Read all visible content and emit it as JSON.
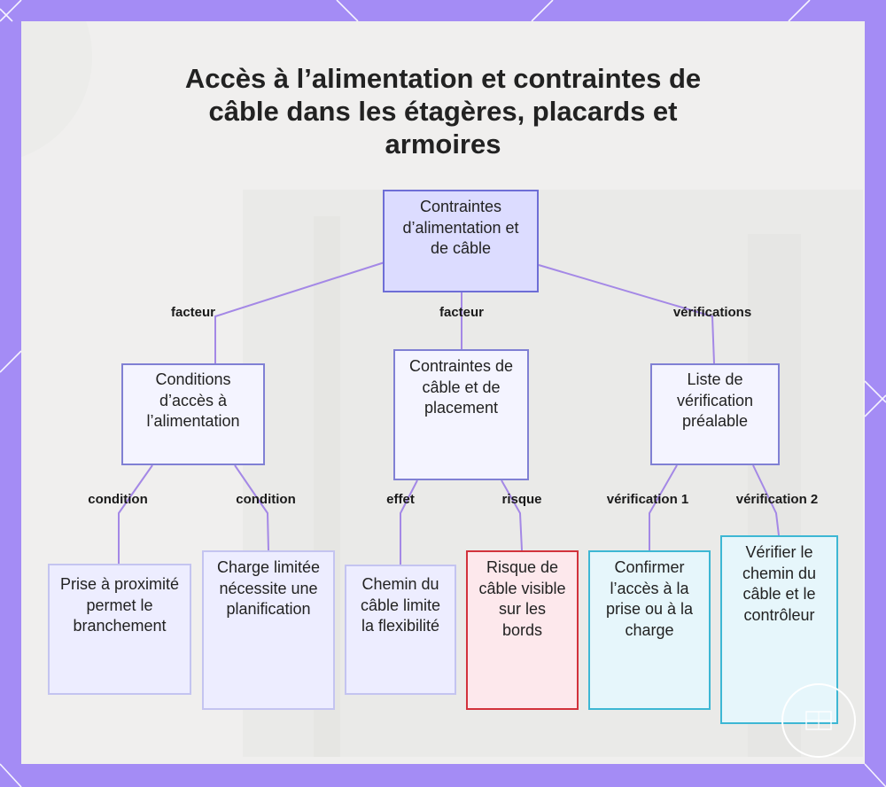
{
  "title": "Accès à l’alimentation et contraintes de câble dans les étagères, placards et armoires",
  "diagram": {
    "root": {
      "id": "root",
      "text": "Contraintes d’alimentation et de câble"
    },
    "branches": [
      {
        "edge_label": "facteur",
        "node": {
          "id": "conditions",
          "text": "Conditions d’accès à l’alimentation"
        },
        "children": [
          {
            "edge_label": "condition",
            "node": {
              "id": "prise",
              "text": "Prise à proximité permet le branchement"
            }
          },
          {
            "edge_label": "condition",
            "node": {
              "id": "charge",
              "text": "Charge limitée nécessite une planification"
            }
          }
        ]
      },
      {
        "edge_label": "facteur",
        "node": {
          "id": "contraintes",
          "text": "Contraintes de câble et de placement"
        },
        "children": [
          {
            "edge_label": "effet",
            "node": {
              "id": "chemin",
              "text": "Chemin du câble limite la flexibilité"
            }
          },
          {
            "edge_label": "risque",
            "node": {
              "id": "risque",
              "text": "Risque de câble visible sur les bords"
            }
          }
        ]
      },
      {
        "edge_label": "vérifications",
        "node": {
          "id": "liste",
          "text": "Liste de vérification préalable"
        },
        "children": [
          {
            "edge_label": "vérification 1",
            "node": {
              "id": "confirmer",
              "text": "Confirmer l’accès à la prise ou à la charge"
            }
          },
          {
            "edge_label": "vérification 2",
            "node": {
              "id": "verifier",
              "text": "Vérifier le chemin du câble et le contrôleur"
            }
          }
        ]
      }
    ]
  },
  "colors": {
    "frame": "#a48cf5",
    "connector": "#a488e6",
    "root_fill": "#dcdcff",
    "risk_border": "#d2323c",
    "check_border": "#3db7d4"
  }
}
